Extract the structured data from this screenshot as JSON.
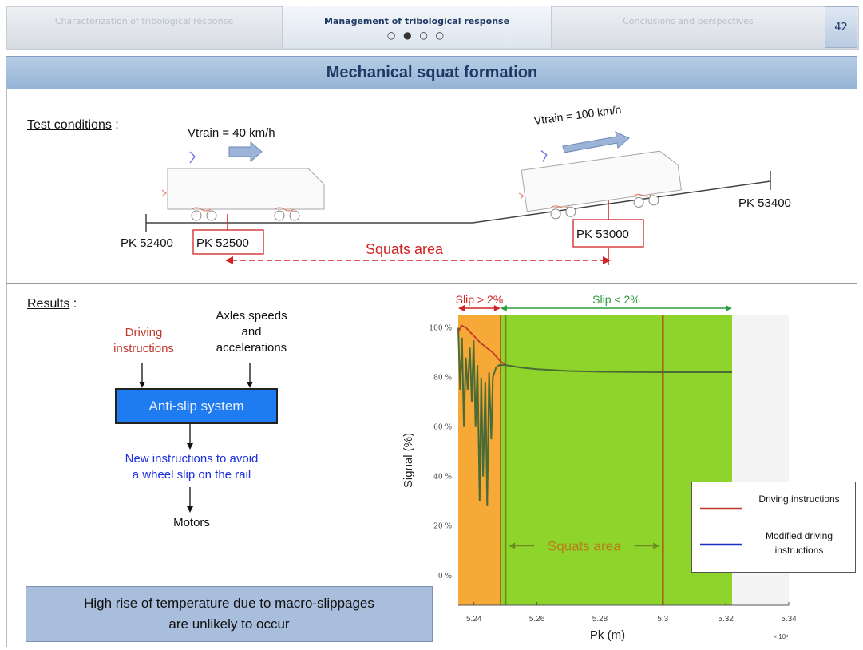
{
  "header": {
    "tabs": [
      {
        "label": "Characterization of tribological response"
      },
      {
        "label": "Management of tribological response",
        "dots": "○ ● ○ ○"
      },
      {
        "label": "Conclusions and perspectives"
      }
    ],
    "page_number": "42"
  },
  "title": "Mechanical squat formation",
  "test": {
    "heading": "Test conditions",
    "heading_suffix": " :",
    "v1": "Vtrain = 40 km/h",
    "v2": "Vtrain = 100 km/h",
    "pk52400": "PK 52400",
    "pk52500": "PK 52500",
    "pk53000": "PK 53000",
    "pk53400": "PK 53400",
    "squats": "Squats area"
  },
  "results": {
    "heading": "Results",
    "heading_suffix": " :",
    "driving": [
      "Driving",
      "instructions"
    ],
    "axles": [
      "Axles speeds",
      "and",
      "accelerations"
    ],
    "antislip": "Anti-slip system",
    "new_instr": [
      "New instructions to avoid",
      "a wheel slip on the rail"
    ],
    "motors": "Motors",
    "conclusion": [
      "High rise of temperature due to macro-slippages",
      "are unlikely to occur"
    ]
  },
  "colors": {
    "slip_high": "#f7a938",
    "slip_low": "#8fd42a",
    "driving_line": "#c0392b",
    "modified_line": "#1a2fbf",
    "signal_line": "#4a6b35",
    "antislip_box": "#1e7bf0",
    "red_annot": "#d02424",
    "green_annot": "#2e9a3e",
    "blue_text": "#1a2fe0"
  },
  "chart_data": {
    "type": "line",
    "ylabel": "Signal (%)",
    "xlabel": "Pk (m)",
    "x_multiplier": "× 10⁴",
    "xlim": [
      5.235,
      5.34
    ],
    "ylim": [
      -12,
      105
    ],
    "x_ticks": [
      "5.24",
      "5.26",
      "5.28",
      "5.3",
      "5.32",
      "5.34"
    ],
    "y_ticks": [
      "100 %",
      "80 %",
      "60 %",
      "40 %",
      "20 %",
      "0 %"
    ],
    "regions": [
      {
        "label": "Slip > 2%",
        "x_start": 5.235,
        "x_end": 5.2484,
        "color": "#f7a938"
      },
      {
        "label": "Slip < 2%",
        "x_start": 5.2484,
        "x_end": 5.322,
        "color": "#8fd42a"
      }
    ],
    "squats_area": {
      "label": "Squats area",
      "x_start": 5.25,
      "x_end": 5.3
    },
    "legend": [
      "Driving instructions",
      "Modified driving instructions"
    ],
    "series": [
      {
        "name": "Driving instructions",
        "x": [
          5.235,
          5.236,
          5.2375,
          5.239,
          5.2405,
          5.242,
          5.244,
          5.246,
          5.248,
          5.25
        ],
        "values": [
          98,
          101,
          100,
          98,
          96,
          94,
          92,
          90,
          87,
          85
        ]
      },
      {
        "name": "Signal",
        "x": [
          5.235,
          5.2356,
          5.2362,
          5.2368,
          5.2374,
          5.238,
          5.2387,
          5.2393,
          5.2399,
          5.2405,
          5.2411,
          5.2418,
          5.2423,
          5.2429,
          5.2436,
          5.2442,
          5.2448,
          5.2455,
          5.246,
          5.247,
          5.248,
          5.25,
          5.255,
          5.26,
          5.27,
          5.28,
          5.29,
          5.3,
          5.31,
          5.322
        ],
        "values": [
          100,
          75,
          96,
          60,
          88,
          75,
          92,
          70,
          95,
          60,
          85,
          30,
          80,
          40,
          78,
          28,
          82,
          55,
          80,
          84,
          85,
          85,
          84,
          83.3,
          82.6,
          82.3,
          82.2,
          82.1,
          82.1,
          82.1
        ]
      }
    ]
  }
}
